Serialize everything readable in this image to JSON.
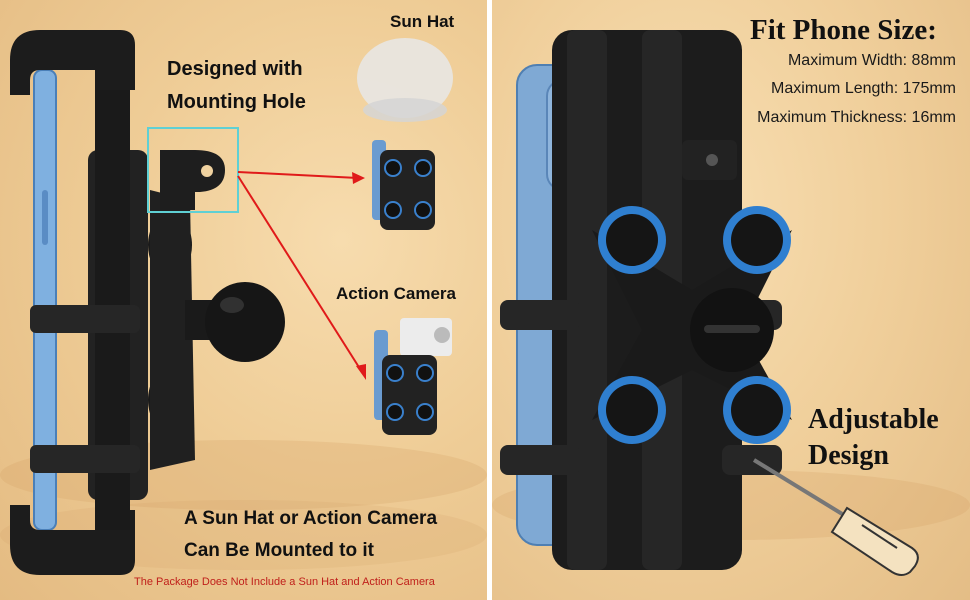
{
  "left": {
    "designed_line1": "Designed with",
    "designed_line2": "Mounting Hole",
    "sun_hat_label": "Sun Hat",
    "action_camera_label": "Action Camera",
    "mount_line1": "A Sun Hat or Action Camera",
    "mount_line2": "Can Be Mounted to it",
    "package_note": "The Package Does Not Include a Sun Hat and Action Camera"
  },
  "right": {
    "fit_title": "Fit Phone Size:",
    "max_width": "Maximum Width: 88mm",
    "max_length": "Maximum Length: 175mm",
    "max_thickness": "Maximum Thickness: 16mm",
    "adjustable_line1": "Adjustable",
    "adjustable_line2": "Design"
  },
  "colors": {
    "arrow": "#e01a1a",
    "highlight_box": "#5fd0d4",
    "phone_blue": "#7fb0e0",
    "mount_black": "#1c1c1c",
    "accent_blue": "#2f7fd0",
    "note_red": "#c0201b"
  }
}
